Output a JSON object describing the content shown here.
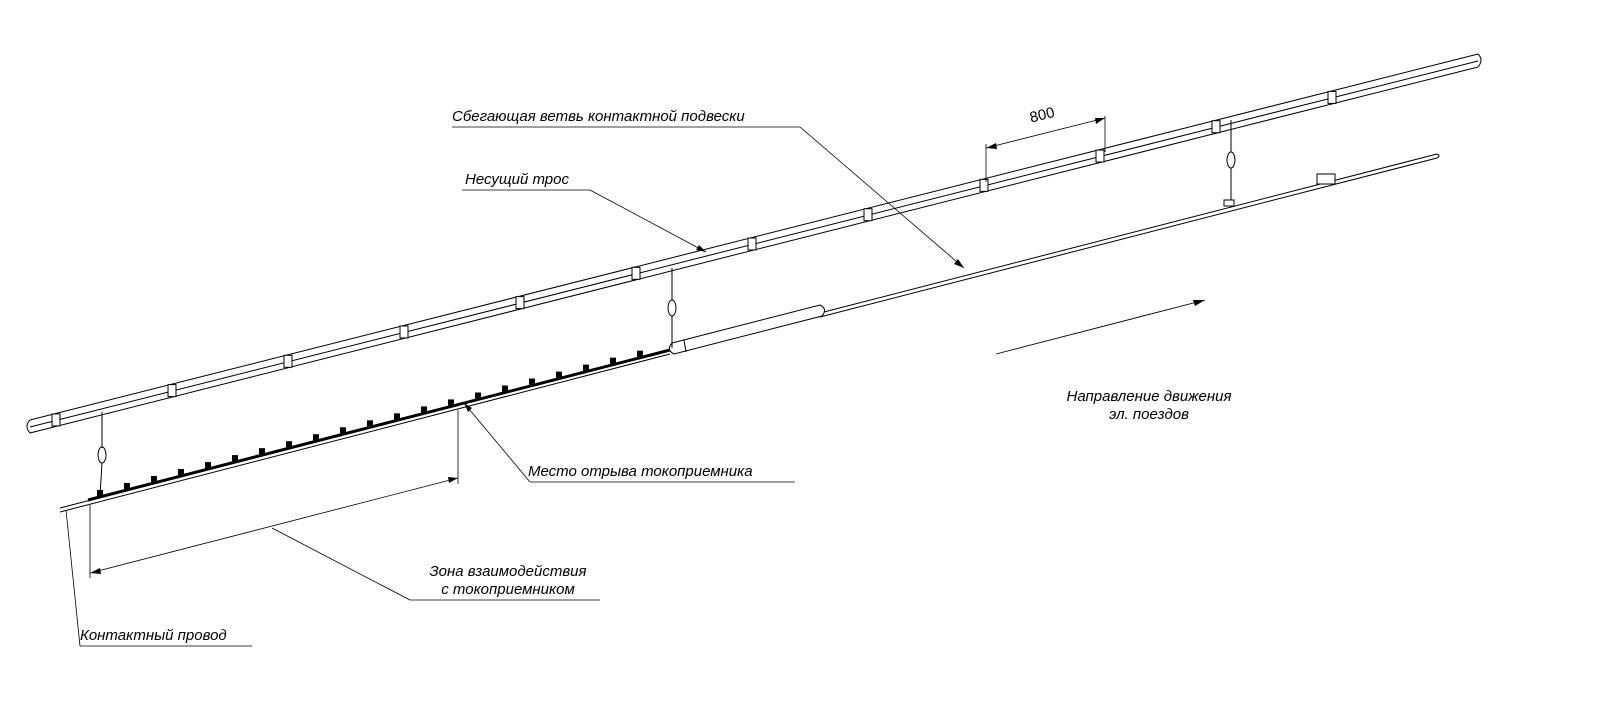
{
  "labels": {
    "trailing_branch": "Сбегающая ветвь контактной подвески",
    "messenger_wire": "Несущий трос",
    "detachment_point": "Место отрыва токоприемника",
    "interaction_zone_line1": "Зона взаимодействия",
    "interaction_zone_line2": "с токоприемником",
    "contact_wire": "Контактный провод",
    "direction_line1": "Направление движения",
    "direction_line2": "эл. поездов"
  },
  "dimension": {
    "spacing": "800"
  },
  "colors": {
    "line": "#000000",
    "background": "#ffffff"
  }
}
